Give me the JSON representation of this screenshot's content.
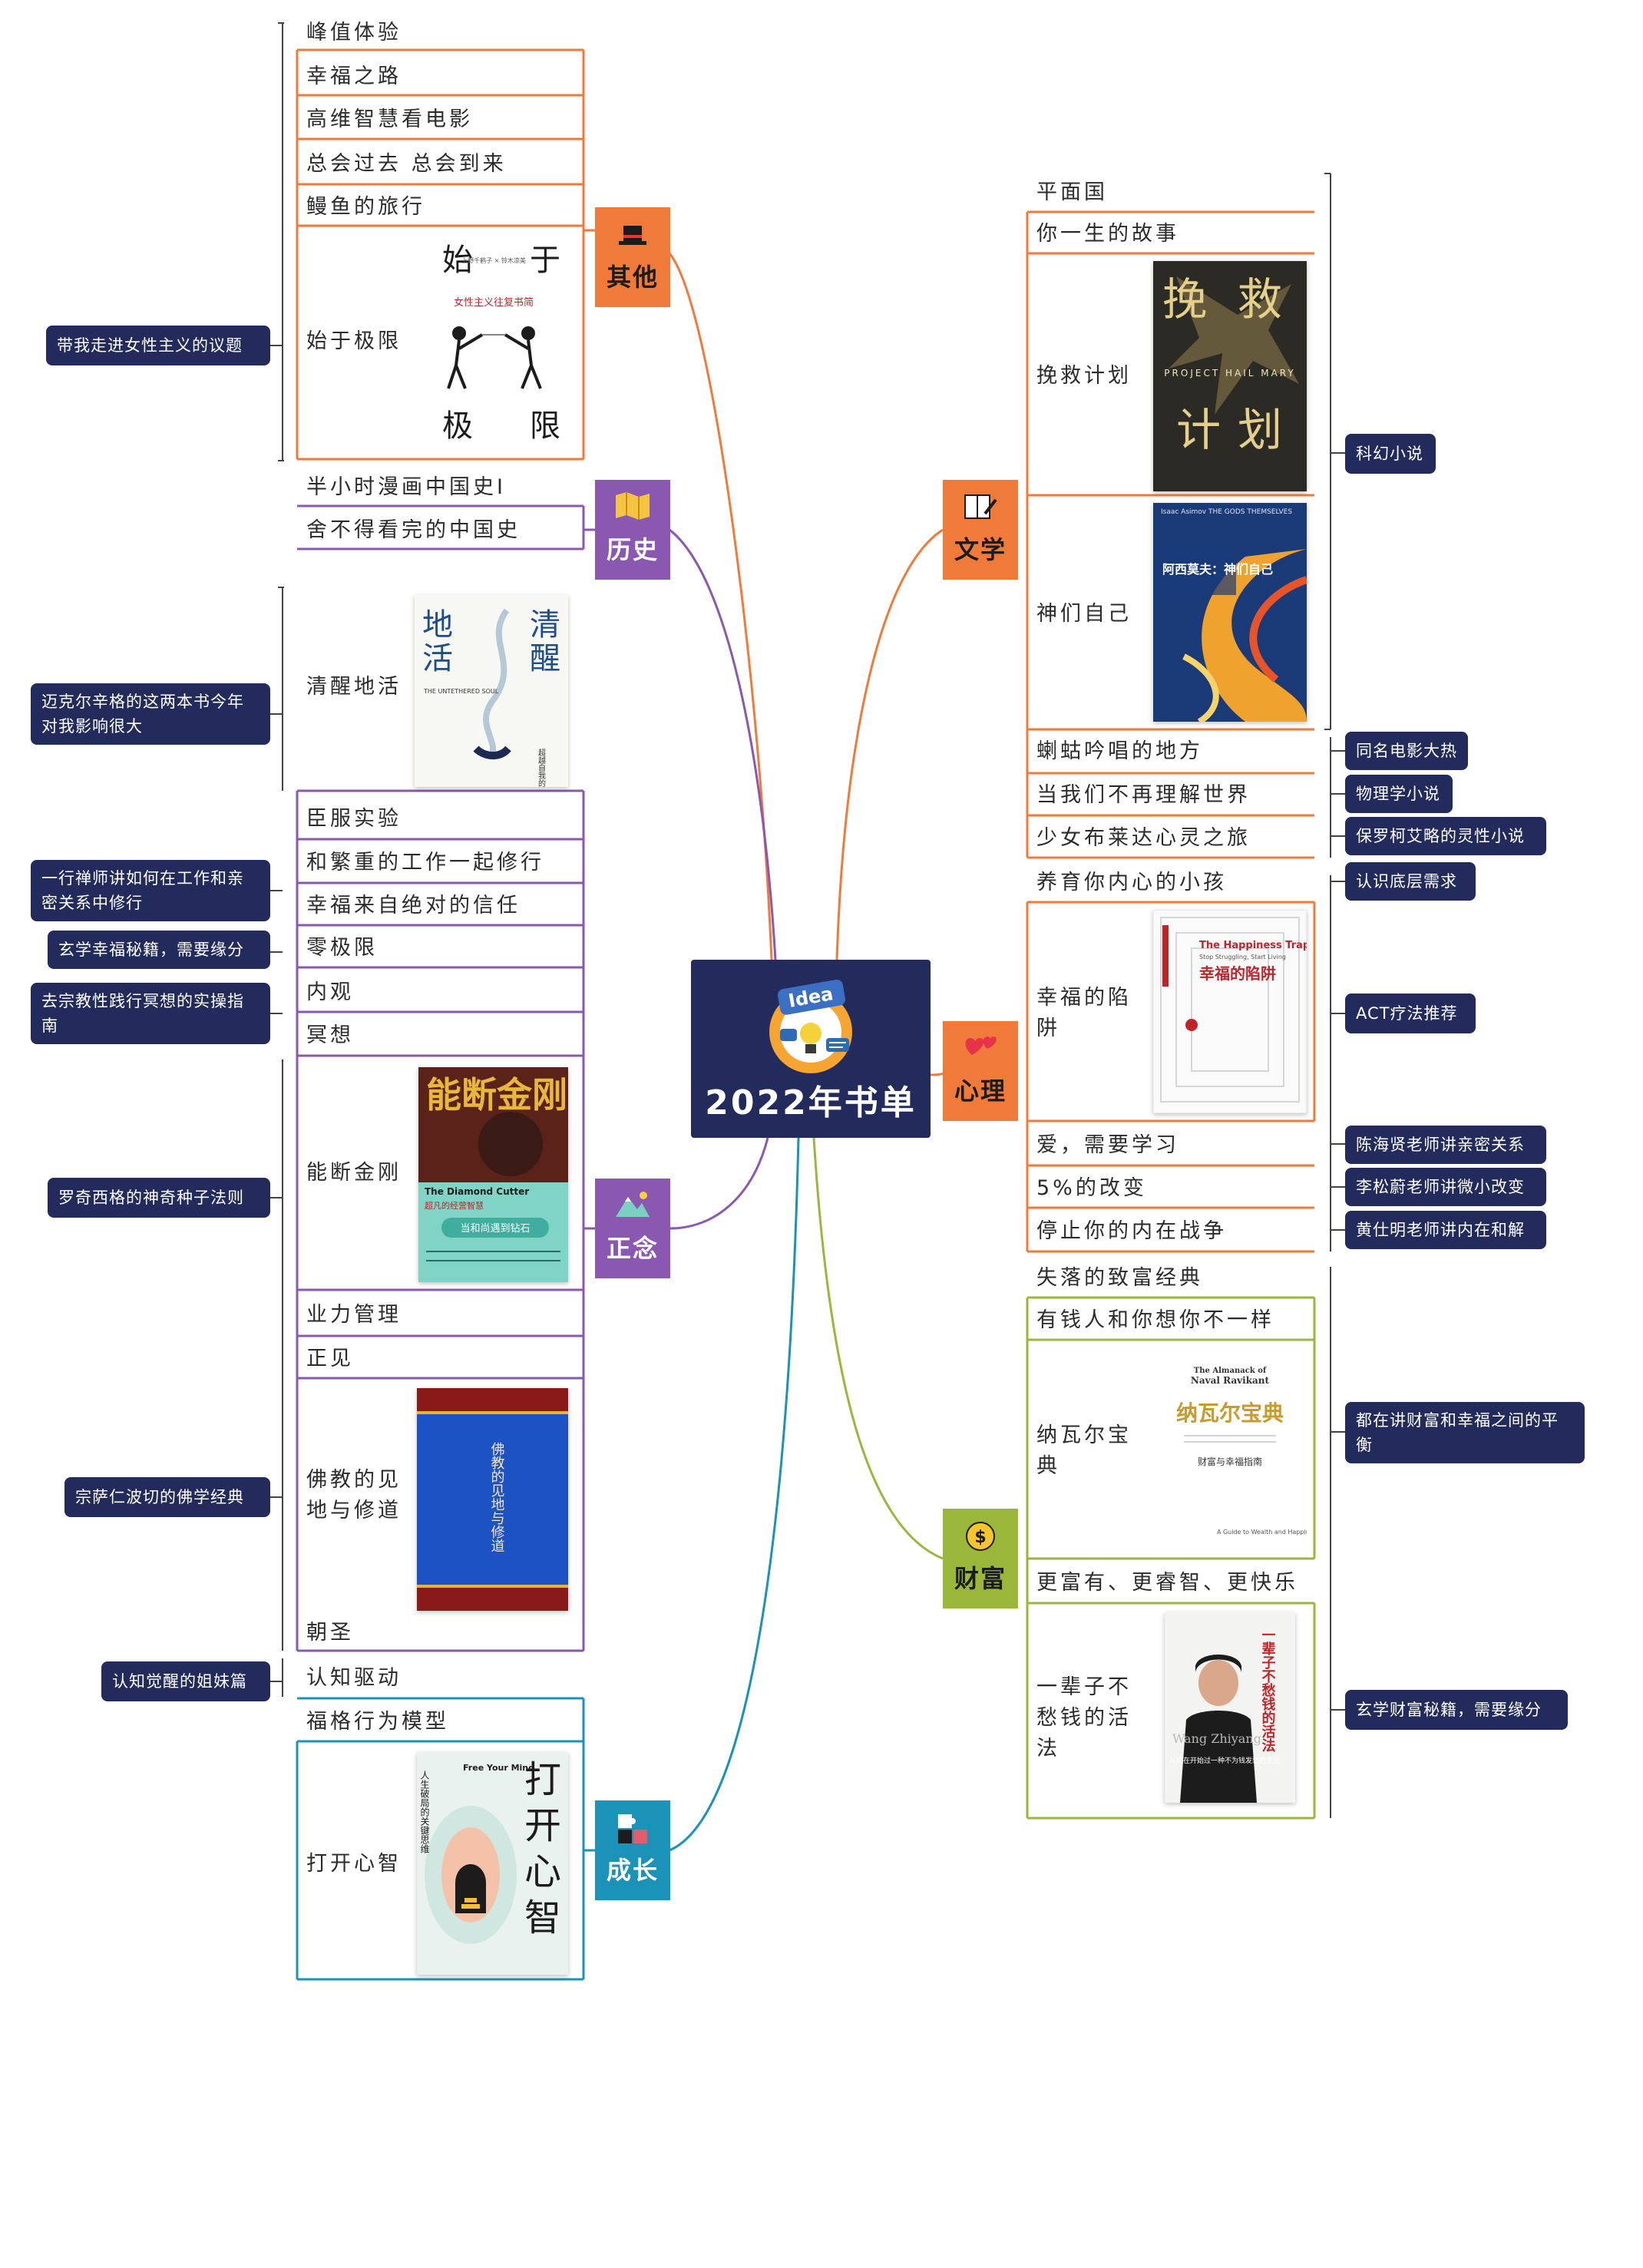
{
  "title": "2022年书单",
  "idea_label": "Idea",
  "colors": {
    "orange": "#f07a3a",
    "purple": "#8a58b0",
    "blue": "#1b92b8",
    "green": "#9ab73a",
    "note_bg": "#222b5c",
    "center_bg": "#222b5c"
  },
  "categories": {
    "other": {
      "label": "其他",
      "icon": "top-hat-icon"
    },
    "history": {
      "label": "历史",
      "icon": "map-icon"
    },
    "mindfulness": {
      "label": "正念",
      "icon": "mountain-icon"
    },
    "growth": {
      "label": "成长",
      "icon": "puzzle-icon"
    },
    "literature": {
      "label": "文学",
      "icon": "book-icon"
    },
    "psychology": {
      "label": "心理",
      "icon": "hearts-icon"
    },
    "wealth": {
      "label": "财富",
      "icon": "coin-icon"
    }
  },
  "books": {
    "other": [
      "峰值体验",
      "幸福之路",
      "高维智慧看电影",
      "总会过去 总会到来",
      "鳗鱼的旅行",
      "始于极限"
    ],
    "history": [
      "半小时漫画中国史Ⅰ",
      "舍不得看完的中国史"
    ],
    "mindfulness": [
      "清醒地活",
      "臣服实验",
      "和繁重的工作一起修行",
      "幸福来自绝对的信任",
      "零极限",
      "内观",
      "冥想",
      "能断金刚",
      "业力管理",
      "正见",
      "佛教的见地与修道",
      "朝圣"
    ],
    "growth": [
      "认知驱动",
      "福格行为模型",
      "打开心智"
    ],
    "literature": [
      "平面国",
      "你一生的故事",
      "挽救计划",
      "神们自己",
      "蝲蛄吟唱的地方",
      "当我们不再理解世界",
      "少女布莱达心灵之旅"
    ],
    "psychology": [
      "养育你内心的小孩",
      "幸福的陷阱",
      "爱，需要学习",
      "5%的改变",
      "停止你的内在战争"
    ],
    "wealth": [
      "失落的致富经典",
      "有钱人和你想你不一样",
      "纳瓦尔宝典",
      "更富有、更睿智、更快乐",
      "一辈子不愁钱的活法"
    ]
  },
  "notes": {
    "feminism": "带我走进女性主义的议题",
    "singer": "迈克尔辛格的这两本书今年对我影响很大",
    "zen": "一行禅师讲如何在工作和亲密关系中修行",
    "mystic": "玄学幸福秘籍，需要缘分",
    "vipassana": "去宗教性践行冥想的实操指南",
    "roach": "罗奇西格的神奇种子法则",
    "dzongsar": "宗萨仁波切的佛学经典",
    "awaken": "认知觉醒的姐妹篇",
    "scifi": "科幻小说",
    "film": "同名电影大热",
    "physics": "物理学小说",
    "coelho": "保罗柯艾略的灵性小说",
    "needs": "认识底层需求",
    "act": "ACT疗法推荐",
    "chen": "陈海贤老师讲亲密关系",
    "li": "李松蔚老师讲微小改变",
    "huang": "黄仕明老师讲内在和解",
    "wealth_happy": "都在讲财富和幸福之间的平衡",
    "wealth_mystic": "玄学财富秘籍，需要缘分"
  },
  "covers": {
    "shiyu": {
      "big_chars": [
        "始",
        "于",
        "极",
        "限"
      ],
      "subtitle": "女性主义往复书简",
      "small": "上野千鹤子 × 铃木凉美"
    },
    "jiujiu": {
      "chars": [
        "挽",
        "救",
        "计",
        "划"
      ],
      "en": "PROJECT HAIL MARY"
    },
    "shenmen": {
      "top": "Isaac Asimov THE GODS THEMSELVES",
      "title": "阿西莫夫：神们自己"
    },
    "qingxing": {
      "chars": [
        "清",
        "醒",
        "地",
        "活"
      ],
      "en": "THE UNTETHERED SOUL",
      "sub": "超越自我的生命之旅"
    },
    "happiness": {
      "en": "The Happiness Trap",
      "cn": "幸福的陷阱",
      "sub": "Stop Struggling, Start Living"
    },
    "nengduan": {
      "title": "能断金刚",
      "en": "The Diamond Cutter",
      "sub": "超凡的经营智慧",
      "banner": "当和尚遇到钻石"
    },
    "fojiao": {
      "title": "佛教的见地与修道"
    },
    "naval": {
      "en1": "The Almanack of",
      "en2": "Naval Ravikant",
      "cn": "纳瓦尔宝典",
      "sub": "财富与幸福指南",
      "foot": "A Guide to Wealth and Happiness"
    },
    "yibeizi": {
      "title": "一辈子不愁钱的活法",
      "sub": "从现在开始过一种不为钱发愁的生活",
      "name": "Wang Zhiyang"
    },
    "dakai": {
      "chars": [
        "打",
        "开",
        "心",
        "智"
      ],
      "en": "Free Your Mind",
      "side": "人生破局的关键思维"
    }
  }
}
